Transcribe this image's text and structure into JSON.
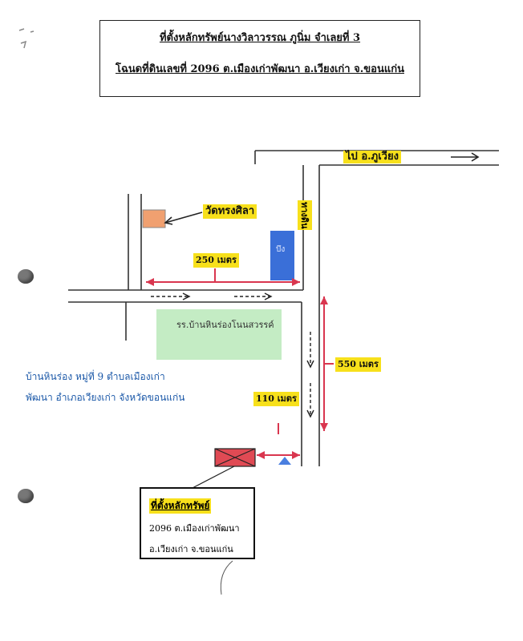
{
  "header": {
    "title_line1": "ที่ตั้งหลักทรัพย์นางวิลาวรรณ ภูนิ่ม จำเลยที่ 3",
    "title_line2": "โฉนดที่ดินเลขที่ 2096 ต.เมืองเก่าพัฒนา อ.เวียงเก่า จ.ขอนแก่น"
  },
  "map": {
    "road_top_label": "ไป อ.ภูเวียง",
    "road_side_label": "ทางดิน",
    "temple_label": "วัดทรงศิลา",
    "well_label": "บึง",
    "school_label": "รร.บ้านหินร่องโนนสวรรค์",
    "distance_250": "250 เมตร",
    "distance_550": "550 เมตร",
    "distance_110": "110 เมตร",
    "village_line1": "บ้านหินร่อง หมู่ที่ 9 ตำบลเมืองเก่า",
    "village_line2": "พัฒนา อำเภอเวียงเก่า จังหวัดขอนแก่น",
    "colors": {
      "road": "#333333",
      "distance_arrow": "#d9364f",
      "well": "#3a6fd8",
      "school": "#c4ecc4",
      "temple": "#f0a070",
      "property": "#e04a54",
      "label_bg": "#f7e01b",
      "village_text": "#1b58a8"
    }
  },
  "property_box": {
    "title": "ที่ตั้งหลักทรัพย์",
    "address_line1": "2096 ต.เมืองเก่าพัฒนา",
    "address_line2": "อ.เวียงเก่า จ.ขอนแก่น"
  }
}
